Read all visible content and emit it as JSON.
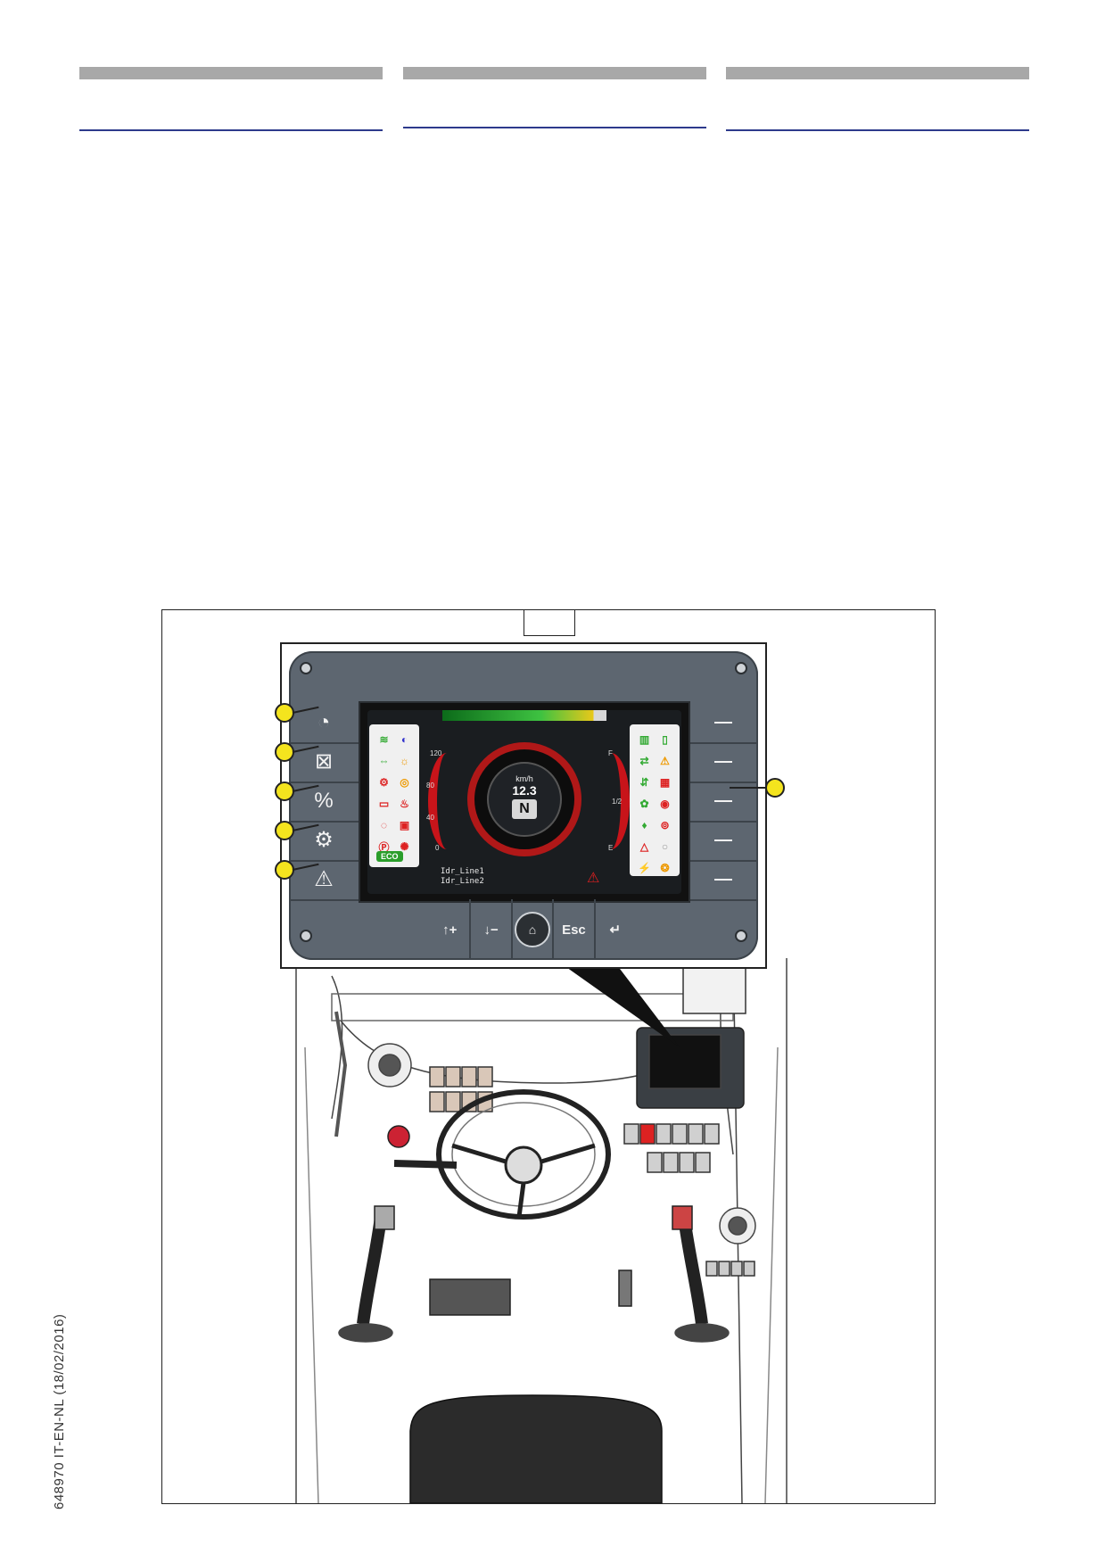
{
  "doc_code": "648970 IT-EN-NL (18/02/2016)",
  "panel": {
    "left_buttons": [
      {
        "name": "speedometer-icon",
        "glyph": "◔"
      },
      {
        "name": "no-display-icon",
        "glyph": "⊠"
      },
      {
        "name": "percent-wrench-icon",
        "glyph": "%"
      },
      {
        "name": "gears-icon",
        "glyph": "⚙"
      },
      {
        "name": "info-warning-icon",
        "glyph": "⚠"
      }
    ],
    "bottom_keys": {
      "up_plus": "↑+",
      "down_minus": "↓−",
      "home": "⌂",
      "esc": "Esc",
      "enter": "↵"
    }
  },
  "display": {
    "speed_unit": "km/h",
    "speed": "12.3",
    "gear": "N",
    "eco": "ECO",
    "line1": "Idr_Line1",
    "line2": "Idr_Line2",
    "ticks": {
      "t120": "120",
      "t80": "80",
      "t40": "40",
      "t0": "0",
      "half": "1/2",
      "full": "F",
      "empty": "E"
    }
  },
  "colors": {
    "marker": "#f4e41e",
    "panel": "#5d6670",
    "gauge_red": "#c8141a"
  }
}
